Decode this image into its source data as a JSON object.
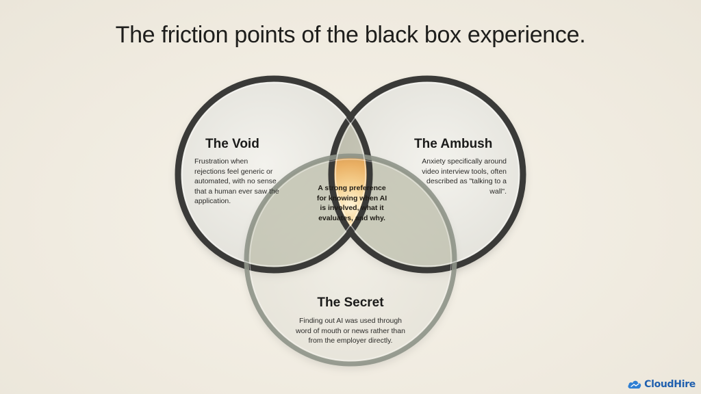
{
  "title": "The friction points of the black box experience.",
  "regions": {
    "void": {
      "heading": "The Void",
      "body": "Frustration when rejections feel generic or automated, with no sense that a human ever saw the application."
    },
    "ambush": {
      "heading": "The Ambush",
      "body": "Anxiety specifically around video interview tools, often described as \"talking to a wall\"."
    },
    "secret": {
      "heading": "The Secret",
      "body": "Finding out AI was used through word of mouth or news rather than from the employer directly."
    }
  },
  "center": {
    "text": "A strong preference for knowing when AI is involved, what it evaluates, and why."
  },
  "brand": {
    "name": "CloudHire",
    "icon": "cloud-logo-icon"
  },
  "colors": {
    "background": "#f1ede3",
    "ring_dark": "#3a3a38",
    "ring_sage": "#8e9488",
    "center_glow": "#f2b35a"
  }
}
